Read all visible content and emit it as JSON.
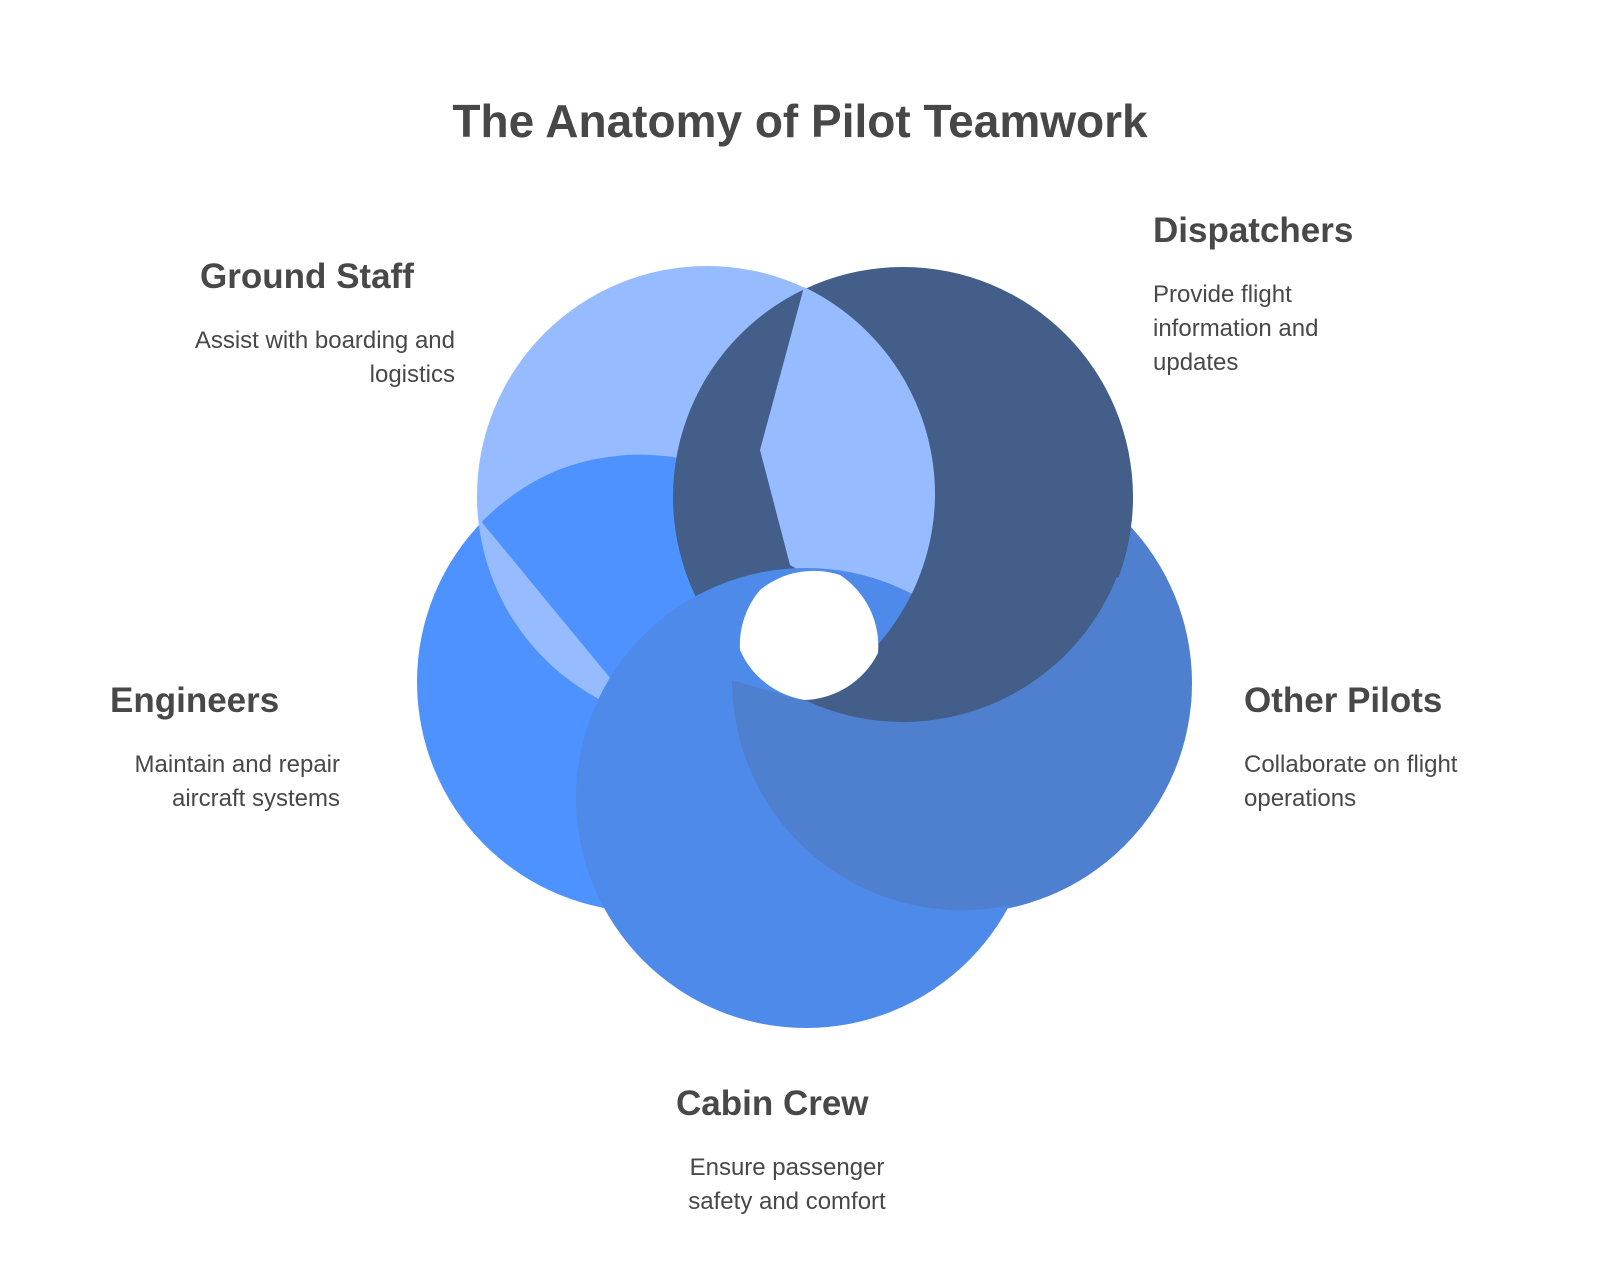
{
  "title": "The Anatomy of Pilot Teamwork",
  "segments": [
    {
      "key": "ground_staff",
      "heading": "Ground Staff",
      "description": "Assist with boarding and logistics",
      "color": "#96BBFF"
    },
    {
      "key": "dispatchers",
      "heading": "Dispatchers",
      "description": "Provide flight information and updates",
      "color": "#425E89"
    },
    {
      "key": "other_pilots",
      "heading": "Other Pilots",
      "description": "Collaborate on flight operations",
      "color": "#4F80CF"
    },
    {
      "key": "cabin_crew",
      "heading": "Cabin Crew",
      "description": "Ensure passenger safety and comfort",
      "color": "#4E8AE9"
    },
    {
      "key": "engineers",
      "heading": "Engineers",
      "description": "Maintain and repair aircraft systems",
      "color": "#4E92FF"
    }
  ]
}
